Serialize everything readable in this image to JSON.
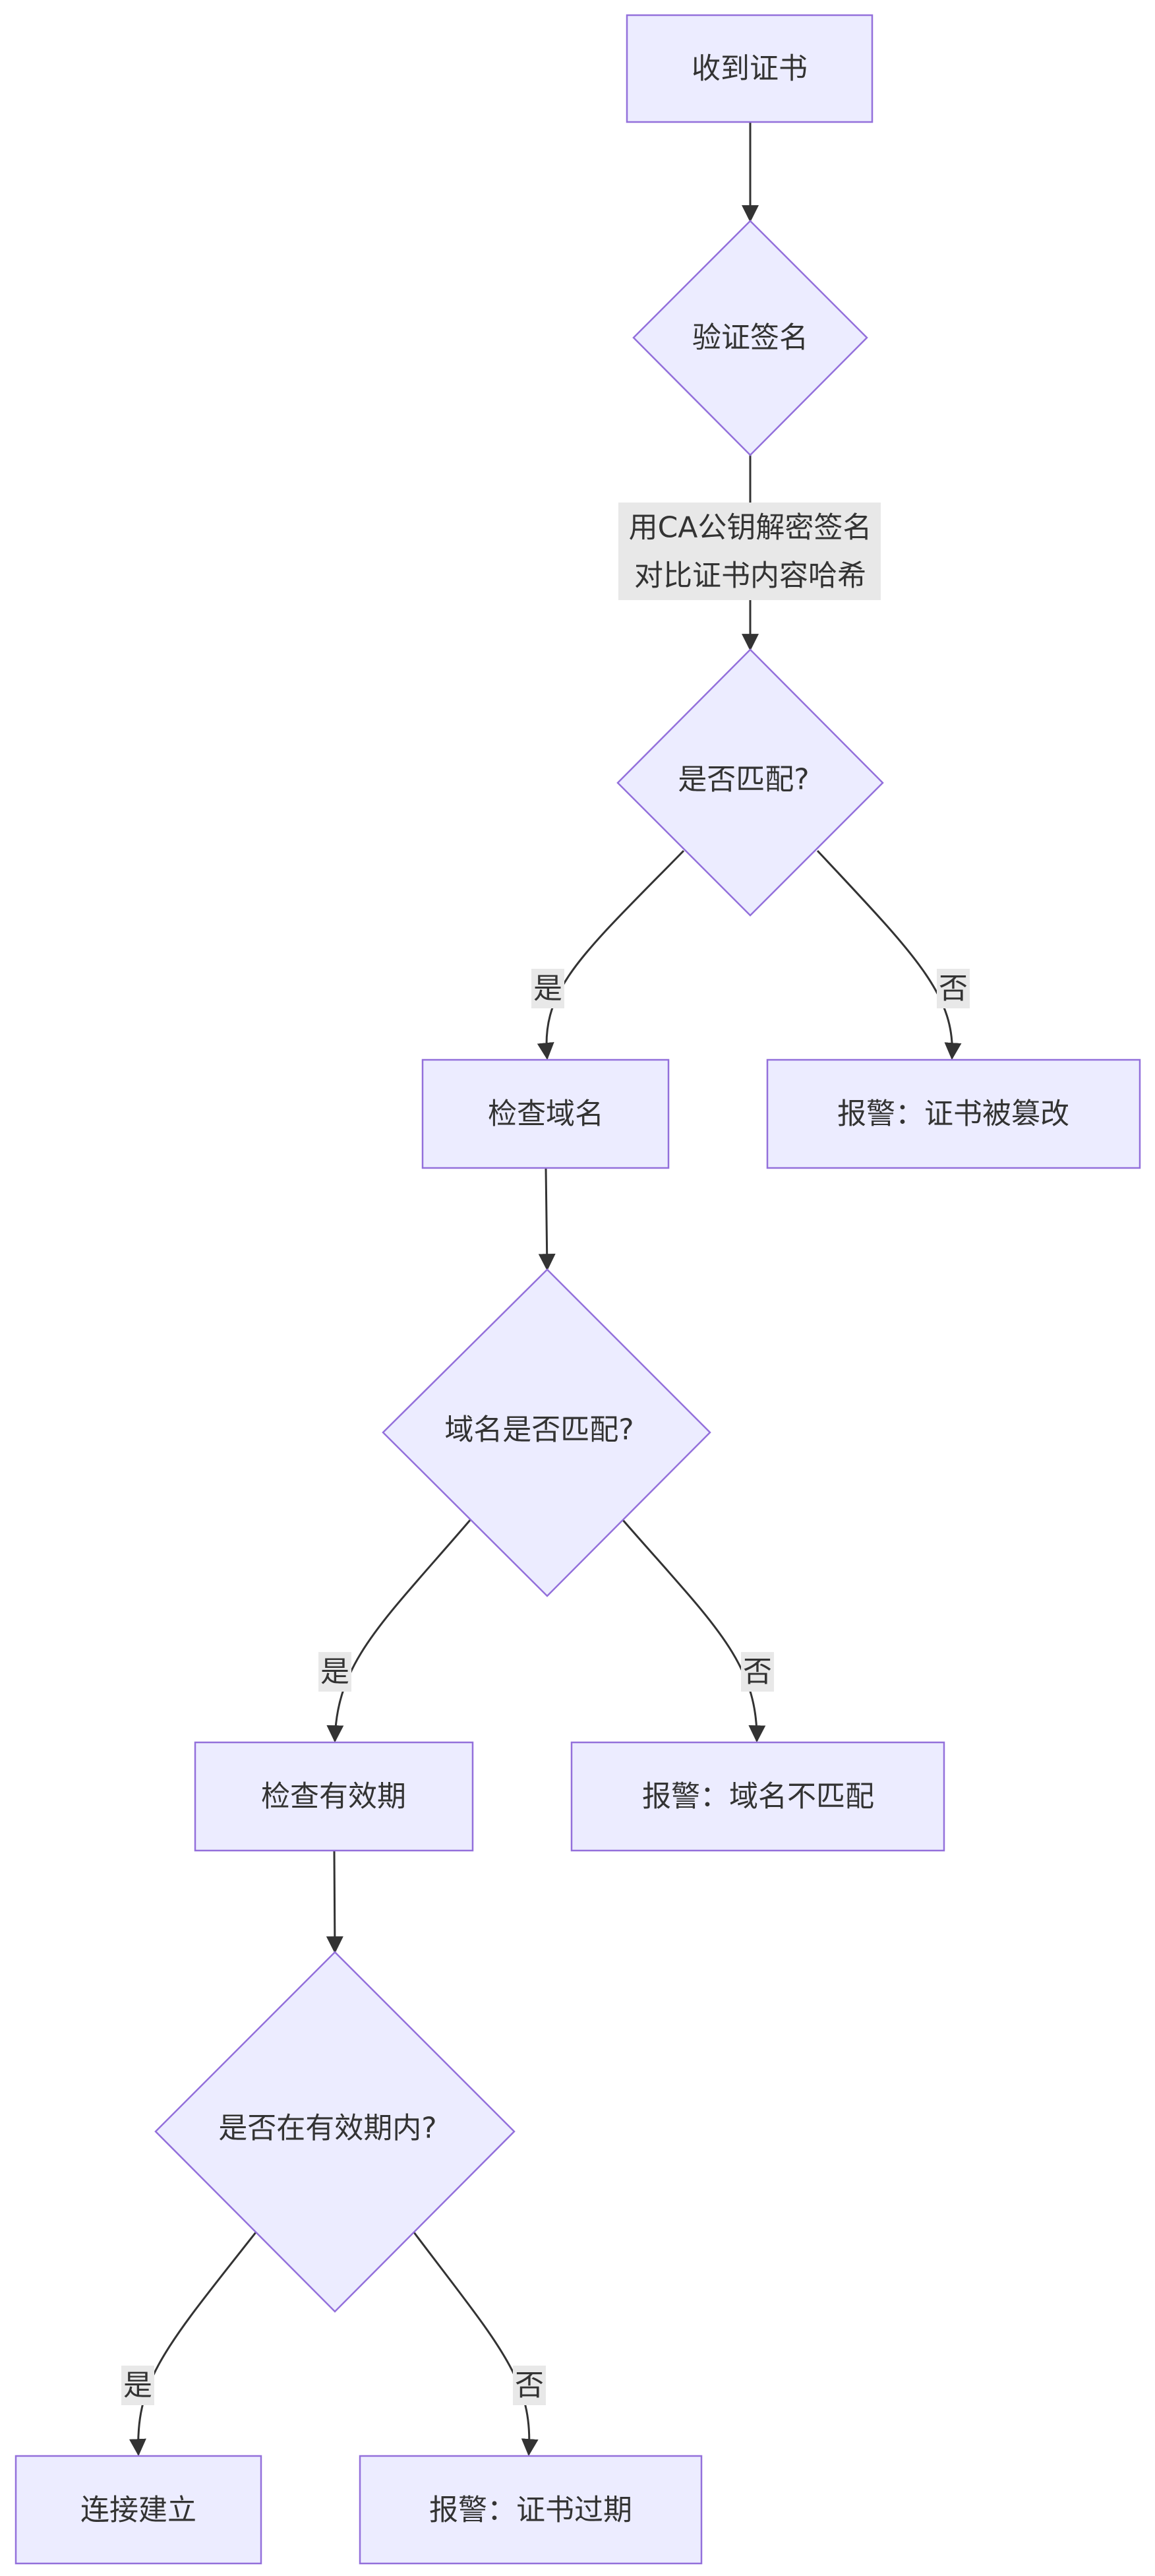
{
  "nodes": {
    "receive_cert": "收到证书",
    "verify_signature": "验证签名",
    "is_match": "是否匹配?",
    "check_domain": "检查域名",
    "alert_tampered": "报警：证书被篡改",
    "domain_match": "域名是否匹配?",
    "check_validity": "检查有效期",
    "alert_domain_mismatch": "报警：域名不匹配",
    "in_validity": "是否在有效期内?",
    "connection_established": "连接建立",
    "alert_expired": "报警：证书过期"
  },
  "edges": {
    "verify_note_line1": "用CA公钥解密签名",
    "verify_note_line2": "对比证书内容哈希",
    "yes": "是",
    "no": "否"
  },
  "colors": {
    "node_fill": "#ECECFF",
    "node_stroke": "#9370DB",
    "edge": "#333333",
    "label_bg": "#e8e8e8"
  }
}
